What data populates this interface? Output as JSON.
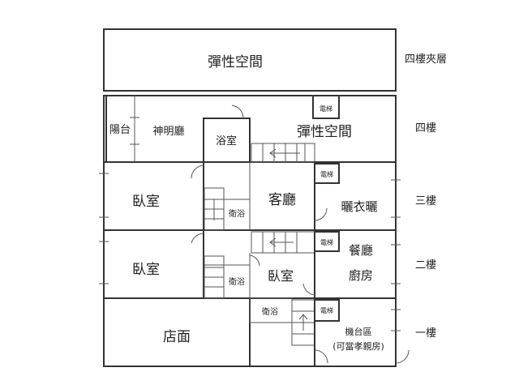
{
  "floors": {
    "mezzanine": {
      "label": "四樓夾層",
      "rooms": {
        "flex": "彈性空間"
      }
    },
    "f4": {
      "label": "四樓",
      "rooms": {
        "balcony": "陽台",
        "shrine": "神明廳",
        "bath": "浴室",
        "flex": "彈性空間",
        "elevator": "電梯"
      }
    },
    "f3": {
      "label": "三樓",
      "rooms": {
        "bedroom": "臥室",
        "bath": "衛浴",
        "living": "客廳",
        "laundry": "曬衣曬",
        "elevator": "電梯"
      }
    },
    "f2": {
      "label": "二樓",
      "rooms": {
        "bedroom": "臥室",
        "bath": "衛浴",
        "bedroom2": "臥室",
        "dining": "餐廳",
        "kitchen": "廚房",
        "elevator": "電梯"
      }
    },
    "f1": {
      "label": "一樓",
      "rooms": {
        "shop": "店面",
        "bath": "衛浴",
        "machine": "機台區",
        "machine_note": "(可當孝親房)",
        "elevator": "電梯"
      }
    }
  }
}
